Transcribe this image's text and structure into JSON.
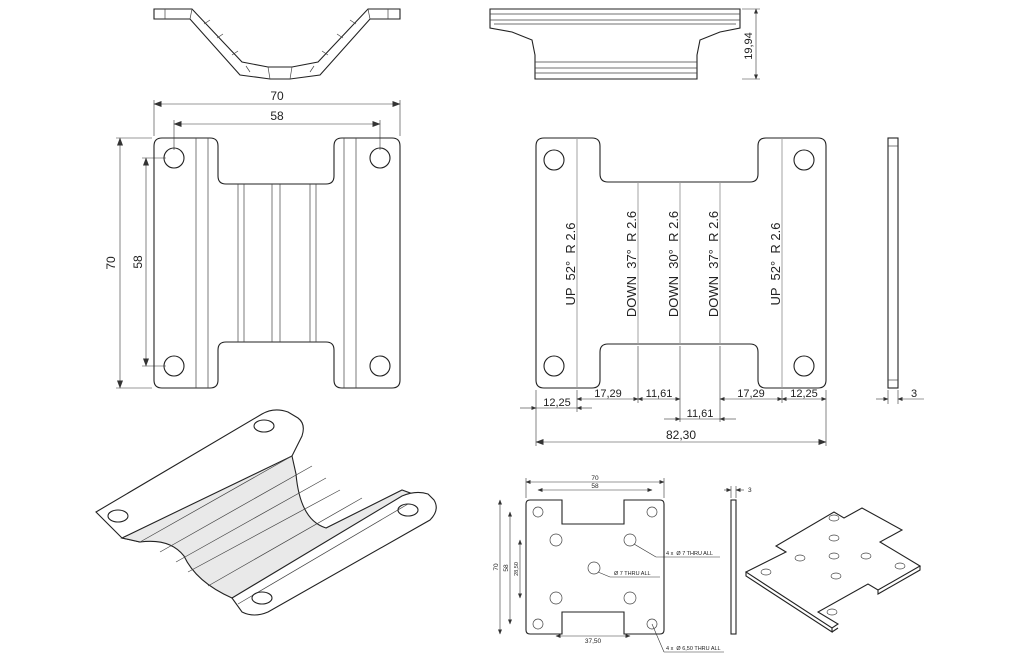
{
  "top_right_view": {
    "height_dim": "19,94"
  },
  "main_view": {
    "width_overall": "70",
    "width_holes": "58",
    "height_overall": "70",
    "height_holes": "58"
  },
  "flat_pattern": {
    "bend_notes": [
      "UP  52°  R 2.6",
      "DOWN  37°  R 2.6",
      "DOWN  30°  R 2.6",
      "DOWN  37°  R 2.6",
      "UP  52°  R 2.6"
    ],
    "dims": {
      "left_edge": "12,25",
      "seg1": "17,29",
      "seg2": "11,61",
      "seg3": "11,61",
      "seg4": "17,29",
      "right_edge": "12,25",
      "overall": "82,30"
    },
    "thickness": "3"
  },
  "plate_drawing": {
    "width_overall": "70",
    "width_holes": "58",
    "height_overall": "70",
    "height_holes": "58",
    "height_center": "28,50",
    "bottom_dim": "37,50",
    "thickness": "3",
    "callout_top": "4 x  Ø 7 THRU ALL",
    "callout_center": "Ø 7 THRU ALL",
    "callout_bottom": "4 x  Ø 6,50 THRU ALL"
  }
}
